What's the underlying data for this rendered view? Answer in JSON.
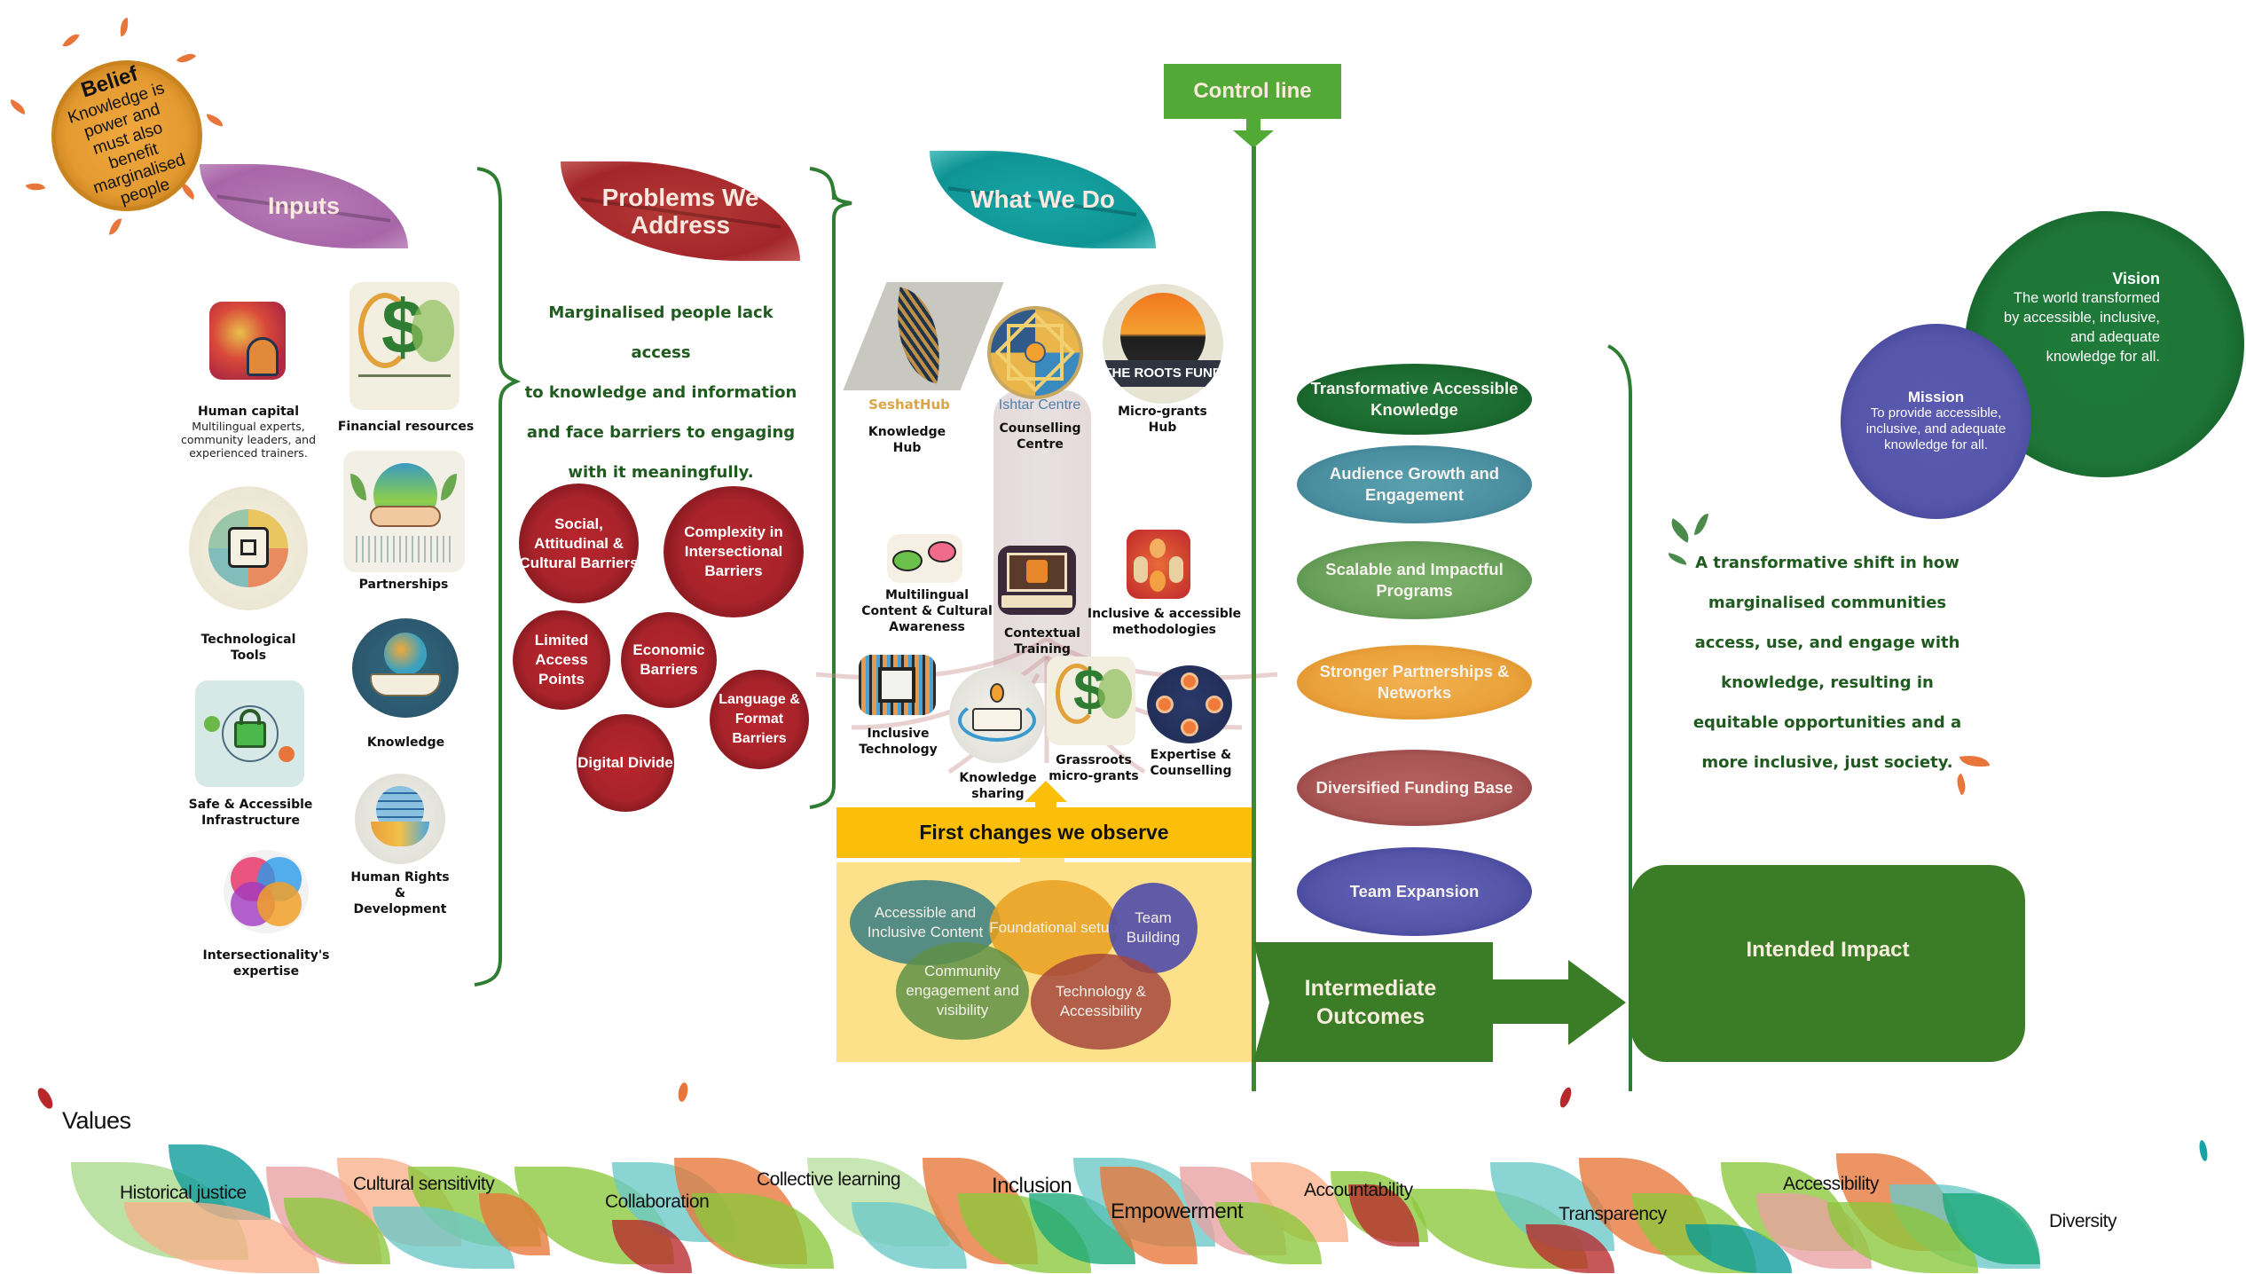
{
  "belief": {
    "title": "Belief",
    "body": "Knowledge is power and must also benefit marginalised people"
  },
  "inputs": {
    "title": "Inputs",
    "items": [
      {
        "label": "Human capital",
        "sub": "Multilingual experts, community leaders, and experienced trainers.",
        "icon": "human-capital-icon"
      },
      {
        "label": "Financial resources",
        "icon": "financial-resources-icon"
      },
      {
        "label": "Technological Tools",
        "icon": "technological-tools-icon"
      },
      {
        "label": "Partnerships",
        "icon": "partnerships-icon"
      },
      {
        "label": "Knowledge",
        "icon": "knowledge-icon"
      },
      {
        "label": "Safe & Accessible Infrastructure",
        "icon": "safe-infrastructure-icon"
      },
      {
        "label": "Human Rights & Development",
        "icon": "human-rights-icon"
      },
      {
        "label": "Intersectionality's expertise",
        "icon": "intersectionality-icon"
      }
    ]
  },
  "problems": {
    "title": "Problems We Address",
    "statement": [
      "Marginalised people lack access",
      "to knowledge and information",
      "and face barriers to engaging",
      "with it meaningfully."
    ],
    "barriers": [
      "Social, Attitudinal & Cultural Barriers",
      "Complexity in Intersectional Barriers",
      "Limited Access Points",
      "Economic Barriers",
      "Language & Format Barriers",
      "Digital Divide"
    ]
  },
  "what_we_do": {
    "title": "What We Do",
    "hubs": [
      {
        "brand": "SeshatHub",
        "label": "Knowledge Hub",
        "brand_color": "#d9a44a"
      },
      {
        "brand": "Ishtar Centre",
        "label": "Counselling Centre",
        "brand_color": "#4b7fa8"
      },
      {
        "brand": "THE ROOTS FUND",
        "label": "Micro-grants Hub"
      }
    ],
    "activities": [
      "Multilingual Content & Cultural Awareness",
      "Contextual Training",
      "Inclusive & accessible methodologies",
      "Inclusive Technology",
      "Knowledge sharing",
      "Grassroots micro-grants",
      "Expertise & Counselling"
    ]
  },
  "first_changes": {
    "title": "First changes we observe",
    "items": [
      "Accessible and Inclusive Content",
      "Foundational setup",
      "Team Building",
      "Community engagement and visibility",
      "Technology & Accessibility"
    ]
  },
  "control_line": {
    "label": "Control line"
  },
  "intermediate": {
    "title": "Intermediate Outcomes",
    "items": [
      "Transformative Accessible Knowledge",
      "Audience Growth and Engagement",
      "Scalable and Impactful Programs",
      "Stronger Partnerships & Networks",
      "Diversified Funding Base",
      "Team Expansion"
    ]
  },
  "impact": {
    "title": "Intended Impact",
    "statement": [
      "A transformative shift in how",
      "marginalised communities",
      "access, use, and engage with",
      "knowledge, resulting in",
      "equitable opportunities and a",
      "more inclusive, just society."
    ]
  },
  "mission": {
    "title": "Mission",
    "body": "To provide accessible, inclusive, and adequate knowledge for all."
  },
  "vision": {
    "title": "Vision",
    "body": "The world transformed by accessible, inclusive, and adequate knowledge for all."
  },
  "values": {
    "title": "Values",
    "items": [
      "Historical justice",
      "Cultural sensitivity",
      "Collaboration",
      "Collective learning",
      "Inclusion",
      "Empowerment",
      "Accountability",
      "Transparency",
      "Accessibility",
      "Diversity"
    ]
  },
  "colors": {
    "green_dark": "#3b7d26",
    "green_line": "#2e7d32",
    "control_green": "#52a936",
    "yellow": "#fbbf0a",
    "yellow_light": "#fde08a",
    "problem_red": "#a8232a",
    "teal": "#15a3a3",
    "purple": "#b57ab5",
    "text_green": "#1f5a1f"
  }
}
